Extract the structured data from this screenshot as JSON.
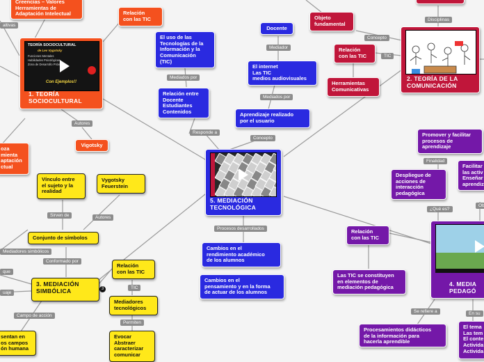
{
  "center": {
    "title": "5. MEDIACIÓN\nTECNOLÓGICA"
  },
  "sociocultural": {
    "title": "1. TEORÍA\nSOCIOCULTURAL",
    "thumb": {
      "title": "TEORÍA SOCIOCULTURAL",
      "author": "de Lev Vygotsky",
      "lines": "Funciones Mentales\nHabilidades Psicológicas\nZona de Desarrollo Próximo",
      "footer": "Con Ejemplos!!"
    },
    "top_left": "Creencias – Valores\nHerramientas de\nAdaptación Intelectual",
    "left_partial": "oza\nmienta\naptación\nctual",
    "vigotsky": "Vigotsky",
    "rel_tic": "Relación\ncon las TIC",
    "uso": "El uso de las\nTecnologías de la\nInformación y la\nComunicación\n(TIC)",
    "relacion_docente": "Relación entre\nDocente\nEstudiantes\nContenidos",
    "docente": "Docente",
    "internet": "El internet\nLas TIC\nmedios audiovisuales",
    "aprendizaje": "Aprendizaje realizado\npor el usuario"
  },
  "comunicacion": {
    "title": "2. TEORÍA DE LA\nCOMUNICACIÓN",
    "objeto": "Objeto\nfundamental",
    "rel_tic": "Relación\ncon las TIC",
    "herramientas": "Herramientas\nComunicativas"
  },
  "simbolica": {
    "title": "3. MEDIACIÓN\nSIMBÓLICA",
    "vinculo": "Vínculo entre\nel sujeto y la\nrealidad",
    "vygotsky_feuerstein": "Vygotsky\nFeuerstein",
    "conjunto": "Conjunto de símbolos",
    "rel_tic": "Relación\ncon las TIC",
    "mediadores": "Mediadores\ntecnológicos",
    "evocar": "Evocar\nAbstraer\ncaracterizar\ncomunicar",
    "bottom_left": "sentan en\nos campos\nón humana",
    "badge": "3"
  },
  "pedagogica": {
    "title": "4. MEDIA\nPEDAGÓ",
    "promover": "Promover y facilitar\nprocesos de\naprendizaje",
    "facilitar": "Facilitar\nlas activ\nEnseñar\naprendiz",
    "despliegue": "Despliegue de\nacciones de\ninteracción\npedagógica",
    "rel_tic": "Relación\ncon las TIC",
    "las_tic": "Las TIC se constituyen\nen elementos de\nmediación pedagógica",
    "procesamientos": "Procesamientos didácticos\nde la información para\nhacerla aprendible",
    "el_tema": "El tema\nLas tem\nEl conte\nActivida\nActivida"
  },
  "tecnologica": {
    "cambios1": "Cambios en el\nrendimiento académico\nde los alumnos",
    "cambios2": "Cambios en el\npensamiento y en la forma\nde actuar de los alumnos"
  },
  "labels": {
    "autores1": "Autores",
    "responde": "Responde a",
    "mediados": "Mediados por",
    "mediados2": "Mediados por",
    "mediador": "Mediador",
    "concepto": "Concepto",
    "concepto2": "Concepto",
    "tic1": "TIC",
    "disciplinas": "Disciplinas",
    "procesos": "Procesos desarrollados",
    "finalidad": "Finalidad",
    "que_es": "¿Qué es?",
    "se_refiere": "Se refiere a",
    "en_su": "En su",
    "ob": "Ob",
    "autores2": "Autores",
    "sirven": "Sirven de",
    "mediadores_simb": "Mediadores simbólicos",
    "conformado": "Conformado por",
    "que": "que",
    "lenguaje": "uaje",
    "campo": "Campo de acción",
    "tic2": "TIC",
    "permiten": "Permiten",
    "altivas": "altivas"
  },
  "colors": {
    "orange": "#f4511e",
    "blue": "#2a2ae0",
    "crimson": "#c0163a",
    "purple": "#7418a8",
    "yellow": "#ffe81a",
    "line": "#9a9a9a"
  }
}
